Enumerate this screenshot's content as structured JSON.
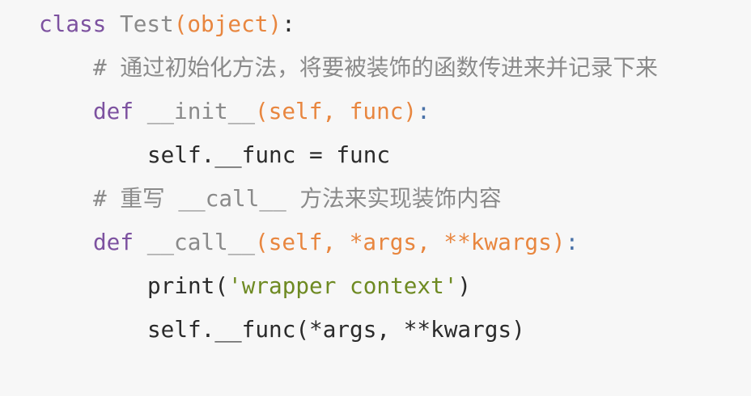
{
  "colors": {
    "keyword": "#7d52a0",
    "name": "#8a8a8a",
    "param": "#e8863f",
    "punct": "#2b2b2b",
    "colon_def": "#4a72a8",
    "comment": "#8a8a8a",
    "plain": "#2b2b2b",
    "string": "#6e8a22",
    "background": "#f7f7f7"
  },
  "code": {
    "lines": [
      {
        "indent": 0,
        "tokens": [
          {
            "t": "class",
            "k": "keyword"
          },
          {
            "t": " ",
            "k": "plain"
          },
          {
            "t": "Test",
            "k": "name"
          },
          {
            "t": "(object)",
            "k": "param"
          },
          {
            "t": ":",
            "k": "punct"
          }
        ]
      },
      {
        "indent": 1,
        "tokens": [
          {
            "t": "# 通过初始化方法，将要被装饰的函数传进来并记录下来",
            "k": "comment"
          }
        ]
      },
      {
        "indent": 1,
        "tokens": [
          {
            "t": "def",
            "k": "keyword"
          },
          {
            "t": " ",
            "k": "plain"
          },
          {
            "t": "__init__",
            "k": "name"
          },
          {
            "t": "(self, func)",
            "k": "param"
          },
          {
            "t": ":",
            "k": "colon_def"
          }
        ]
      },
      {
        "indent": 2,
        "tokens": [
          {
            "t": "self.__func = func",
            "k": "plain"
          }
        ]
      },
      {
        "indent": 1,
        "tokens": [
          {
            "t": "# 重写 __call__ 方法来实现装饰内容",
            "k": "comment"
          }
        ]
      },
      {
        "indent": 1,
        "tokens": [
          {
            "t": "def",
            "k": "keyword"
          },
          {
            "t": " ",
            "k": "plain"
          },
          {
            "t": "__call__",
            "k": "name"
          },
          {
            "t": "(self, *args, **kwargs)",
            "k": "param"
          },
          {
            "t": ":",
            "k": "colon_def"
          }
        ]
      },
      {
        "indent": 2,
        "tokens": [
          {
            "t": "print(",
            "k": "plain"
          },
          {
            "t": "'wrapper context'",
            "k": "string"
          },
          {
            "t": ")",
            "k": "plain"
          }
        ]
      },
      {
        "indent": 2,
        "tokens": [
          {
            "t": "self.__func(*args, **kwargs)",
            "k": "plain"
          }
        ]
      }
    ]
  }
}
